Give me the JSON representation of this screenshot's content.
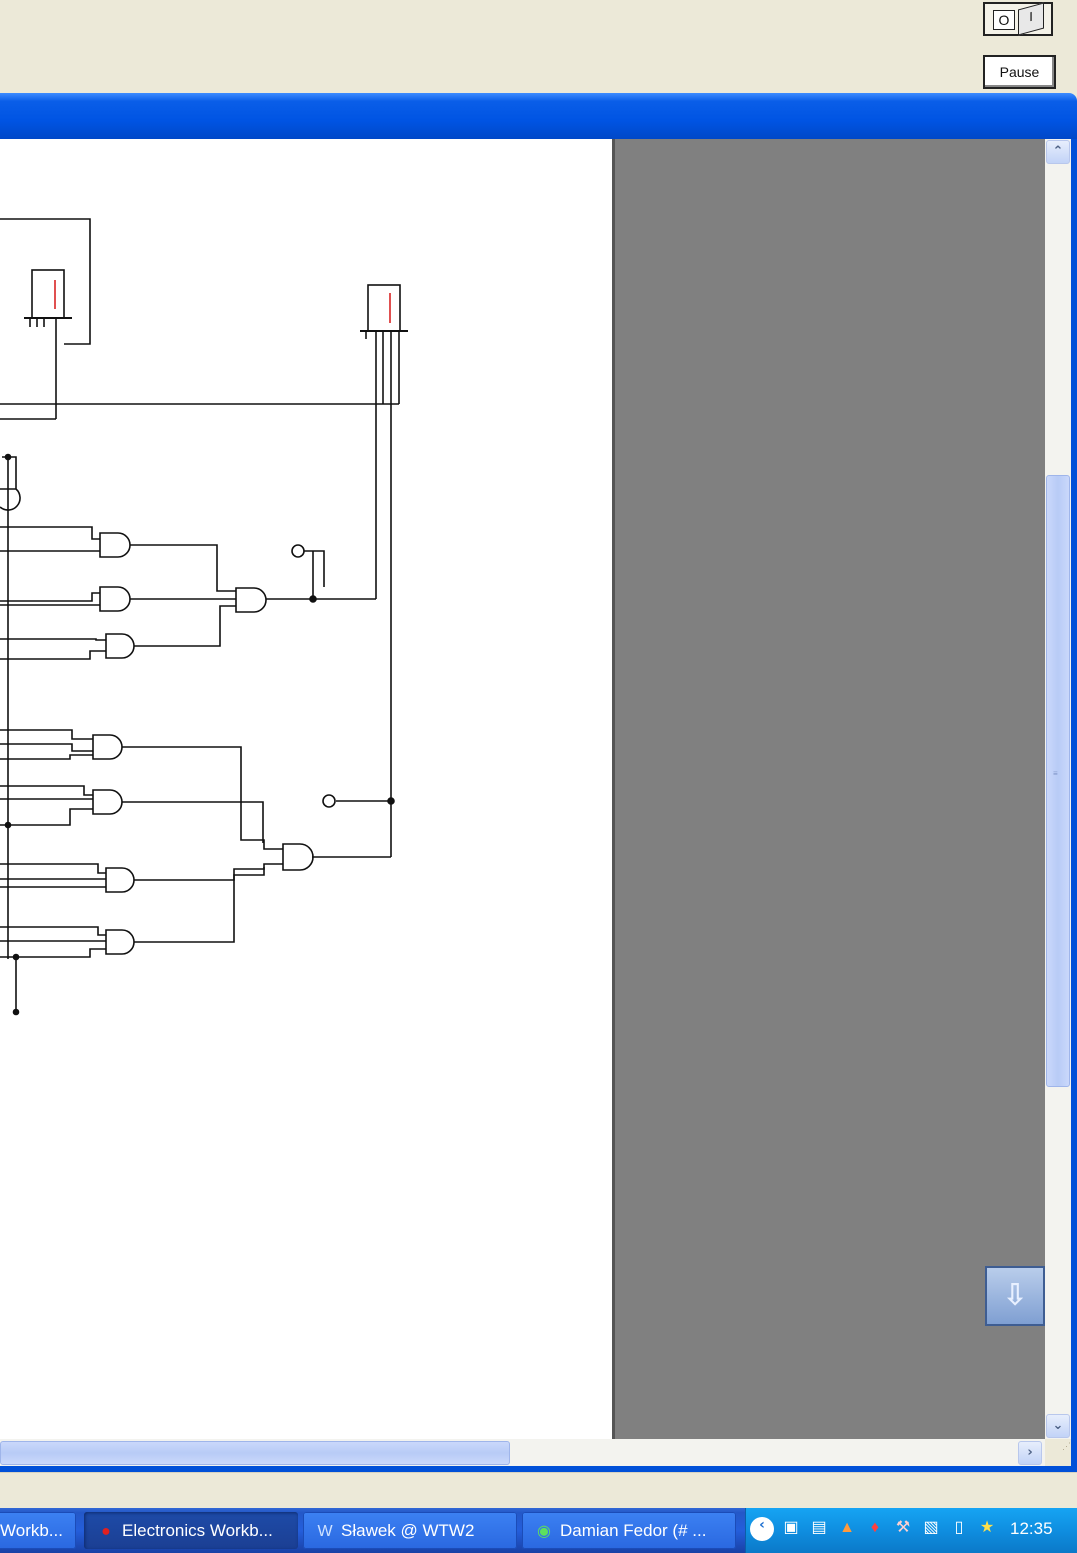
{
  "toolbar": {
    "power_off_label": "O",
    "power_on_label": "I",
    "pause_label": "Pause"
  },
  "window": {
    "title": ""
  },
  "taskbar": {
    "tasks": [
      {
        "label": "Workb...",
        "icon": "app-icon"
      },
      {
        "label": "Electronics Workb...",
        "icon": "electronics-workbench-icon"
      },
      {
        "label": "Sławek @ WTW2",
        "icon": "word-icon"
      },
      {
        "label": "Damian Fedor (# ...",
        "icon": "chat-icon"
      }
    ],
    "tray_icons": [
      "expand-icon",
      "monitor-icon",
      "network-icon",
      "update-icon",
      "acrobat-icon",
      "tools-icon",
      "window-icon",
      "signal-icon",
      "accessibility-icon"
    ],
    "clock": "12:35"
  },
  "colors": {
    "titlebar": "#0054e3",
    "workspace": "#808080",
    "canvas": "#ffffff",
    "taskbar": "#245edb"
  }
}
